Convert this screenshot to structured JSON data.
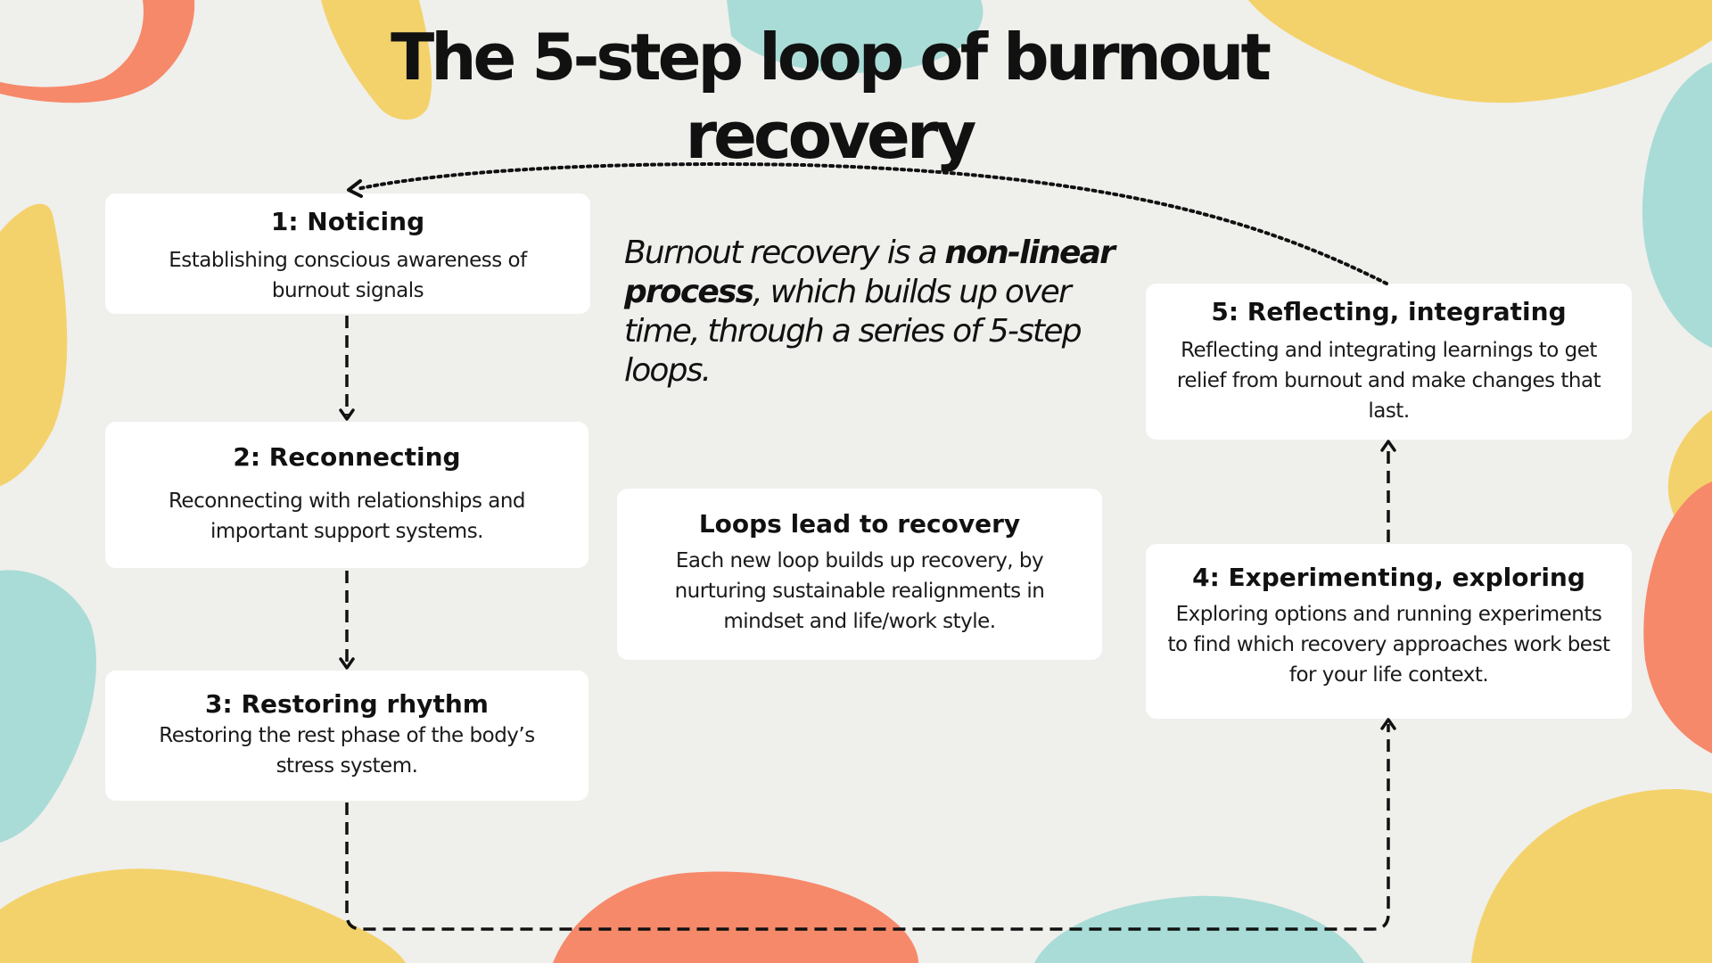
{
  "title": "The 5-step loop of burnout recovery",
  "intro": {
    "part1": "Burnout recovery is a ",
    "bold": "non-linear process",
    "part2": ", which builds up over time, through a series of 5-step loops."
  },
  "steps": [
    {
      "title": "1: Noticing",
      "description": "Establishing conscious awareness of burnout signals"
    },
    {
      "title": "2: Reconnecting",
      "description": "Reconnecting with relationships and important support systems."
    },
    {
      "title": "3: Restoring rhythm",
      "description": "Restoring the rest phase of the body’s stress system."
    },
    {
      "title": "4: Experimenting, exploring",
      "description": "Exploring options and running experiments to find which recovery approaches work best for your life context."
    },
    {
      "title": "5: Reflecting, integrating",
      "description": "Reflecting and integrating learnings to get relief from burnout and make changes that last."
    }
  ],
  "center_box": {
    "title": "Loops lead to recovery",
    "description": "Each new loop builds up recovery, by nurturing sustainable realignments in mindset and life/work style."
  },
  "colors": {
    "background": "#efefec",
    "yellow": "#f4d26b",
    "coral": "#f6896a",
    "teal": "#a9dcd6",
    "card": "#ffffff",
    "text": "#111111"
  }
}
